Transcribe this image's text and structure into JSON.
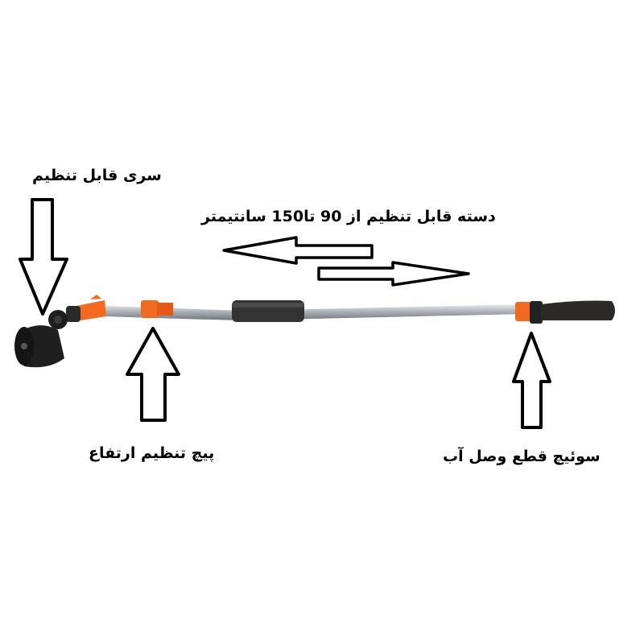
{
  "labels": {
    "head": "سری قابل تنظیم",
    "handle": "دسته قابل تنظیم از 90 تا150 سانتیمتر",
    "height_screw": "پیچ تنظیم ارتفاع",
    "water_switch": "سوئیچ قطع وصل آب"
  },
  "colors": {
    "accent_orange": "#f26a1f",
    "rubber_black": "#2b2b2b",
    "shaft_silver": "#b8bcc2",
    "arrow_stroke": "#000000"
  }
}
